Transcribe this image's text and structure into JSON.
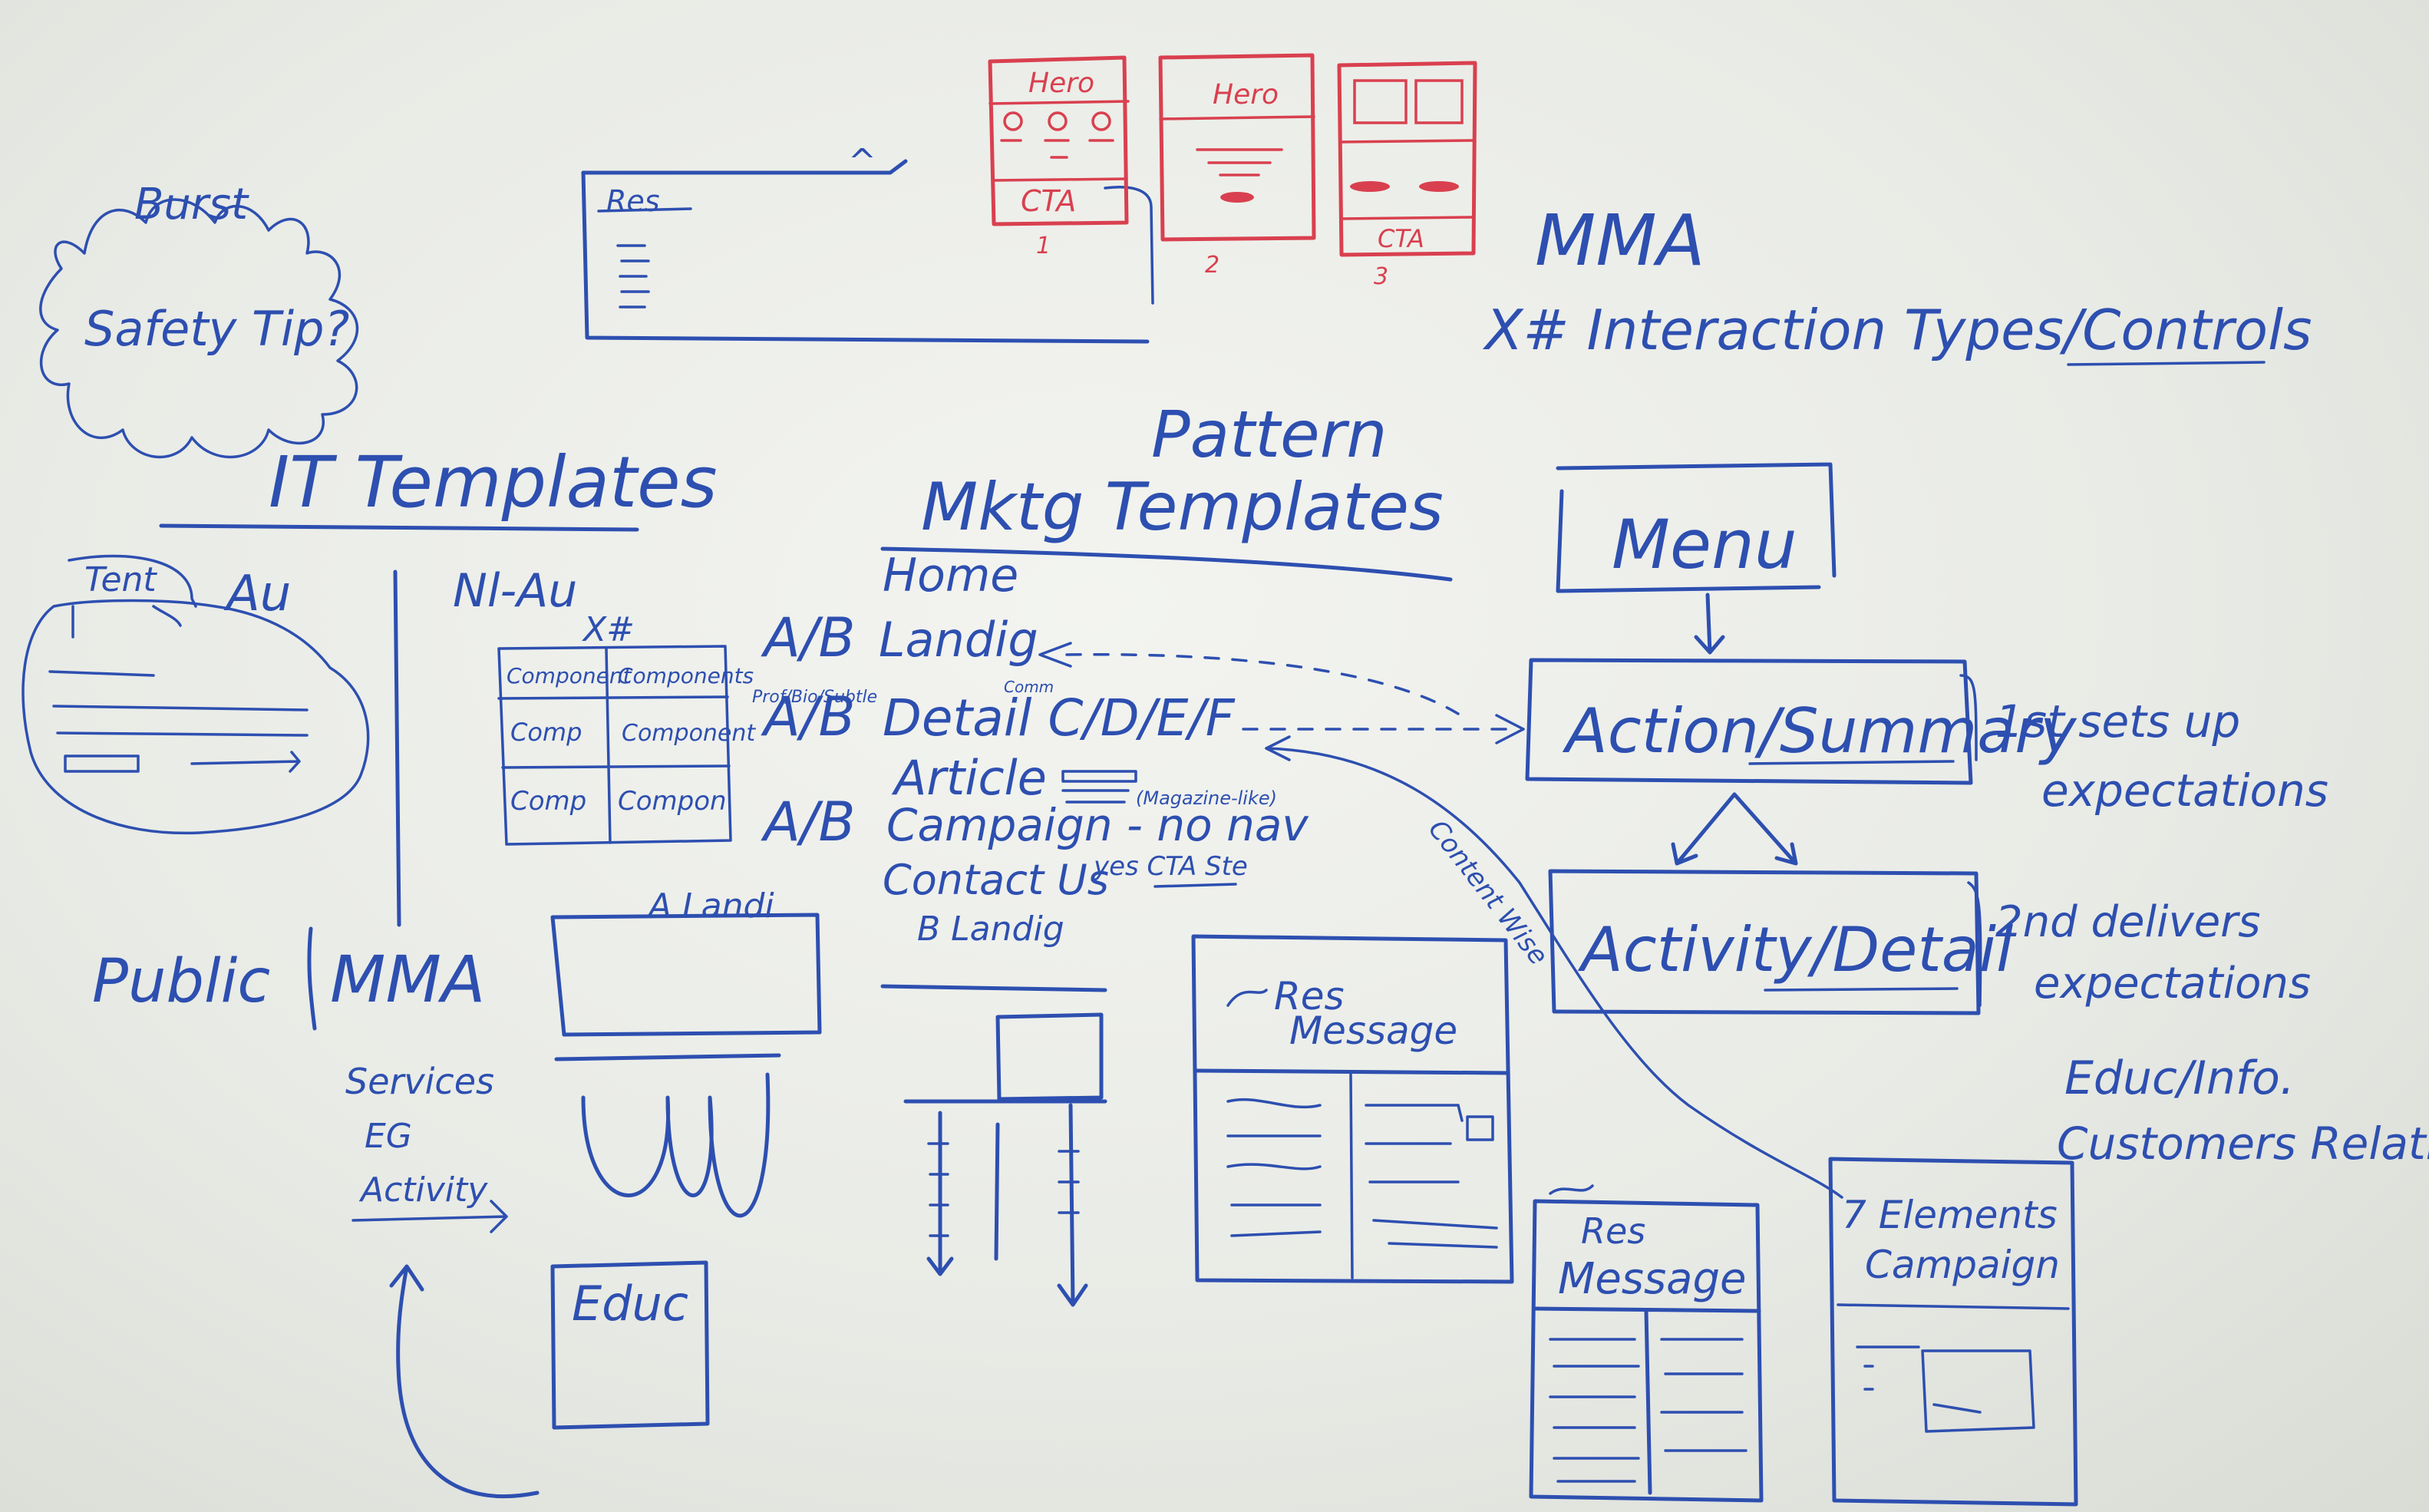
{
  "board": {
    "burst": {
      "title": "Burst",
      "label": "Safety Tip?"
    },
    "res_box": {
      "label": "Res",
      "marker": "^"
    },
    "hero_cards": [
      {
        "heading": "Hero",
        "cta": "CTA",
        "number": "1"
      },
      {
        "heading": "Hero",
        "number": "2"
      },
      {
        "cta": "CTA",
        "number": "3"
      }
    ],
    "mma": {
      "title": "MMA",
      "subtitle": "X# Interaction Types/Controls"
    },
    "it_templates": {
      "title": "IT Templates",
      "tent": "Tent",
      "au": "Au",
      "nl_au": "Nl-Au",
      "x_hash": "X#",
      "grid": [
        [
          "Component",
          "Components"
        ],
        [
          "Comp",
          "Component"
        ],
        [
          "Comp",
          "Compon"
        ]
      ]
    },
    "public": {
      "title": "Public",
      "mma": "MMA",
      "services": "Services",
      "eg": "EG",
      "activity": "Activity",
      "a_landing": "A Landi",
      "educ": "Educ"
    },
    "mktg": {
      "pattern": "Pattern",
      "title": "Mktg Templates",
      "home": "Home",
      "items": [
        {
          "prefix": "A/B",
          "label": "Landig"
        },
        {
          "prefix": "A/B",
          "label": "Detail C/D/E/F",
          "note": "Prof/Bio/Subtle",
          "note2": "Comm"
        },
        {
          "prefix": "",
          "label": "Article",
          "note": "(Magazine-like)"
        },
        {
          "prefix": "A/B",
          "label": "Campaign - no nav"
        },
        {
          "prefix": "",
          "label": "Contact Us",
          "note": "yes CTA Ste"
        },
        {
          "prefix": "",
          "label": "B Landig"
        }
      ],
      "content_wise": "Content Wise"
    },
    "flow": {
      "menu": "Menu",
      "action": "Action/Summary",
      "activity": "Activity/Detail",
      "first": [
        "1st sets up",
        "expectations"
      ],
      "second": [
        "2nd delivers",
        "expectations"
      ],
      "educ": "Educ/Info.",
      "customers": "Customers Relations"
    },
    "res_message_a": {
      "line1": "Res",
      "line2": "Message"
    },
    "res_message_b": {
      "line1": "Res",
      "line2": "Message"
    },
    "seven_elements": {
      "line1": "7 Elements",
      "line2": "Campaign"
    },
    "colors": {
      "marker_blue": "#2d4fb0",
      "marker_red": "#d9404f",
      "board": "#eceee9"
    }
  }
}
